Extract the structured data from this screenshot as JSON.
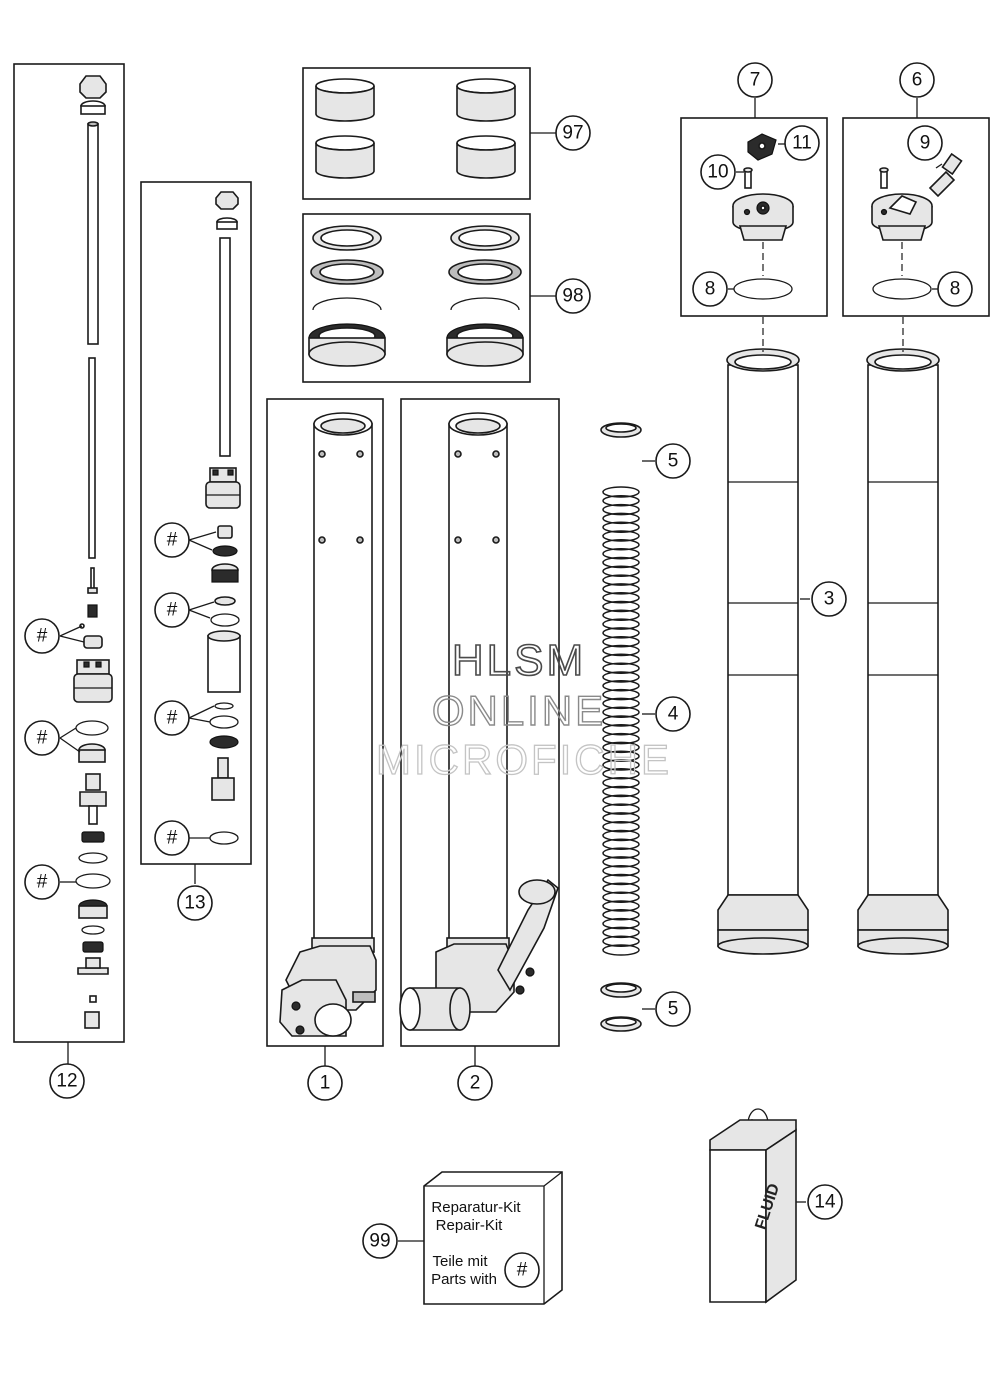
{
  "callouts": {
    "c1": "1",
    "c2": "2",
    "c3": "3",
    "c4": "4",
    "c5a": "5",
    "c5b": "5",
    "c6": "6",
    "c7": "7",
    "c8a": "8",
    "c8b": "8",
    "c9": "9",
    "c10": "10",
    "c11": "11",
    "c12": "12",
    "c13": "13",
    "c14": "14",
    "c97": "97",
    "c98": "98",
    "c99": "99",
    "hash": "#"
  },
  "repair_kit": {
    "line1": "Reparatur-Kit",
    "line2": "Repair-Kit",
    "line3": "Teile mit",
    "line4": "Parts with",
    "symbol": "#"
  },
  "fluid_can": {
    "label": "FLUID"
  },
  "watermark": {
    "line1": "HLSM",
    "line2": "ONLINE",
    "line3": "MICROFICHE"
  }
}
